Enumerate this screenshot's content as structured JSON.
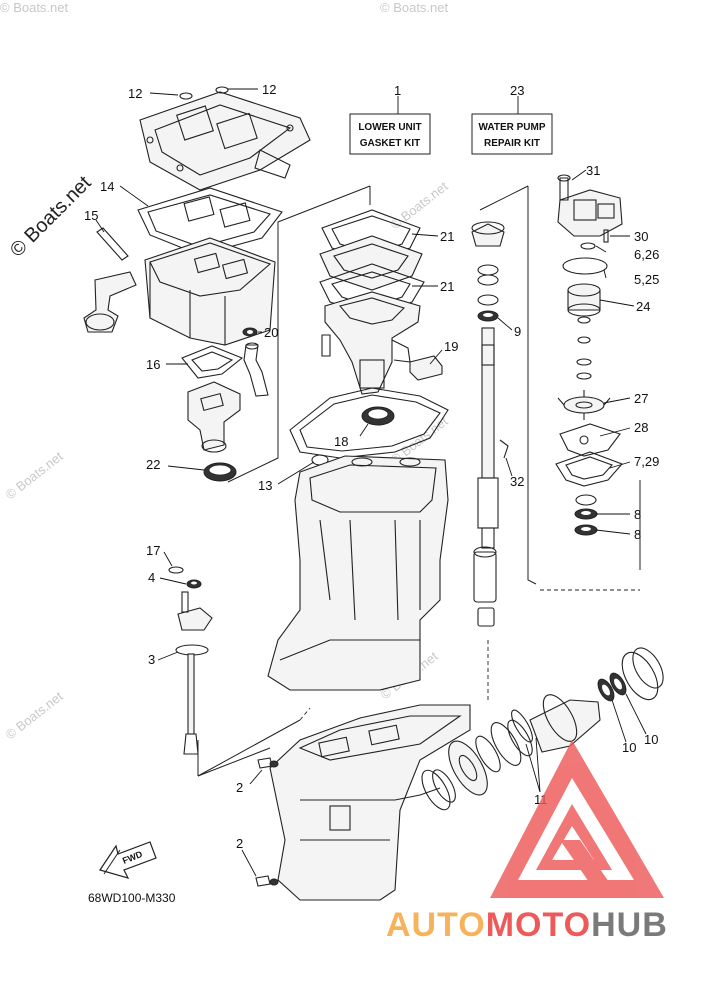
{
  "watermarks": {
    "side": "© Boats.net",
    "faint": "© Boats.net"
  },
  "kits": {
    "lower_unit": {
      "number": "1",
      "line1": "LOWER UNIT",
      "line2": "GASKET KIT"
    },
    "water_pump": {
      "number": "23",
      "line1": "WATER PUMP",
      "line2": "REPAIR KIT"
    }
  },
  "callouts": [
    "12",
    "12",
    "14",
    "15",
    "16",
    "20",
    "22",
    "21",
    "21",
    "19",
    "18",
    "13",
    "9",
    "32",
    "31",
    "30",
    "6,26",
    "5,25",
    "24",
    "27",
    "28",
    "7,29",
    "8",
    "8",
    "17",
    "4",
    "3",
    "2",
    "2",
    "11",
    "10",
    "10"
  ],
  "fwd_label": "FWD",
  "diagram_code": "68WD100-M330",
  "brand": {
    "part1": "AUTO",
    "part2": "MOTO",
    "part3": "HUB",
    "color_orange": "#f6b35c",
    "color_red": "#ee5a5a",
    "color_gray": "#7a7a7a"
  }
}
